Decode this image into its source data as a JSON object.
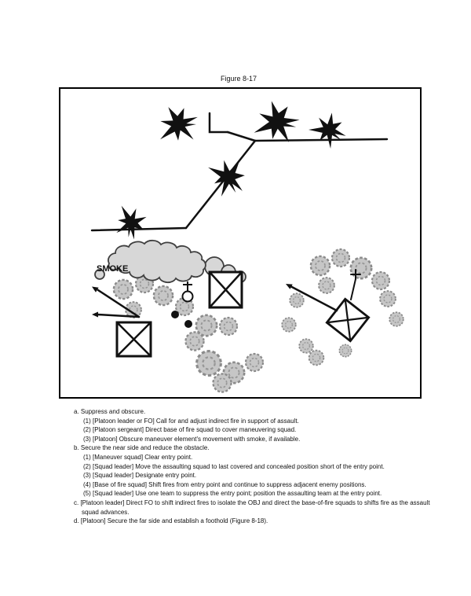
{
  "page": {
    "figure_caption": "Figure 8-17"
  },
  "diagram": {
    "smoke_label": "SMOKE",
    "symbols": [
      "explosion-burst",
      "obstacle-line",
      "smoke-cloud",
      "vegetation-scribble",
      "unit-box-with-x",
      "rotated-unit-box-with-x",
      "fire-direction-arrow",
      "entry-point-marker",
      "soldier-dot",
      "echelon-cross"
    ]
  },
  "procedure": {
    "items": [
      {
        "text": "a. Suppress and obscure.",
        "level": "main"
      },
      {
        "text": "(1) [Platoon leader or FO] Call for and adjust indirect fire in support of assault.",
        "level": "sub"
      },
      {
        "text": "(2) [Platoon sergeant] Direct base of fire squad to cover maneuvering squad.",
        "level": "sub"
      },
      {
        "text": "(3) [Platoon] Obscure maneuver element's movement with smoke, if available.",
        "level": "sub"
      },
      {
        "text": "b. Secure the near side and reduce the obstacle.",
        "level": "main"
      },
      {
        "text": "(1) [Maneuver squad] Clear entry point.",
        "level": "sub"
      },
      {
        "text": "(2) [Squad leader] Move the assaulting squad to last covered and concealed position short of the entry point.",
        "level": "sub"
      },
      {
        "text": "(3) [Squad leader] Designate entry point.",
        "level": "sub"
      },
      {
        "text": "(4) [Base of fire squad] Shift fires from entry point and continue to suppress adjacent enemy positions.",
        "level": "sub"
      },
      {
        "text": "(5) [Squad leader] Use one team to suppress the entry point; position the assaulting team at the entry point.",
        "level": "sub"
      },
      {
        "text": "c. [Platoon leader] Direct FO to shift indirect fires to isolate the OBJ and direct the base-of-fire squads to shifts fire as the assault squad advances.",
        "level": "main"
      },
      {
        "text": "d. [Platoon] Secure the far side and establish a foothold (Figure 8-18).",
        "level": "main"
      }
    ]
  }
}
